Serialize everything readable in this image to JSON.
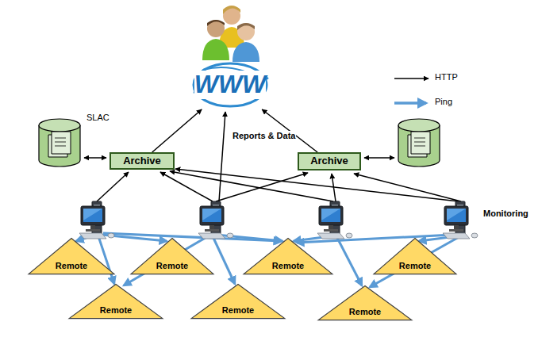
{
  "diagram": {
    "nodes": [
      {
        "text": [
          "WWW"
        ]
      },
      {
        "text": [
          "Archive"
        ]
      },
      {
        "text": [
          "Archive"
        ]
      },
      {
        "text": [
          "Remote"
        ]
      },
      {
        "text": [
          "Remote"
        ]
      },
      {
        "text": [
          "Remote"
        ]
      },
      {
        "text": [
          "Remote"
        ]
      },
      {
        "text": [
          "Remote"
        ]
      },
      {
        "text": [
          "Remote"
        ]
      },
      {
        "text": [
          "Remote"
        ]
      }
    ],
    "edges": [
      {
        "from": 1,
        "to": 0,
        "arrow": "to"
      },
      {
        "from": 2,
        "to": 0,
        "arrow": "to"
      }
    ],
    "labels": [
      "SLAC",
      "Reports & Data",
      "Monitoring"
    ],
    "legend": [
      {
        "text": "HTTP"
      },
      {
        "text": "Ping"
      }
    ]
  }
}
